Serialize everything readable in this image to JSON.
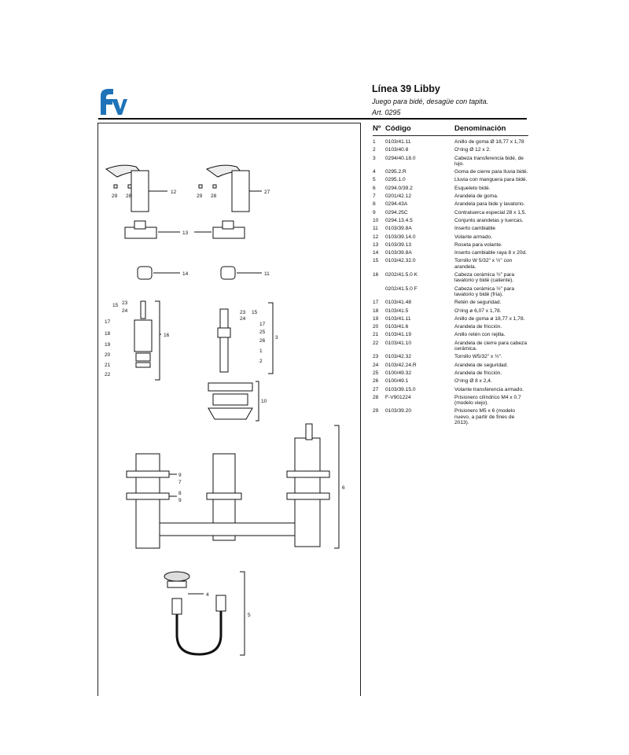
{
  "header": {
    "title": "Línea 39 Libby",
    "subtitle": "Juego para bidé, desagüe con tapita.",
    "article": "Art. 0295"
  },
  "table": {
    "headers": {
      "num": "Nº",
      "code": "Código",
      "desc": "Denominación"
    },
    "rows": [
      {
        "n": "1",
        "c": "0103/41.11",
        "d": "Anillo de goma Ø 18,77 x 1,78"
      },
      {
        "n": "2",
        "c": "0103/40.8",
        "d": "O'ring Ø 12 x 2."
      },
      {
        "n": "3",
        "c": "0294/40.18.0",
        "d": "Cabeza transferencia bidé, de lujo."
      },
      {
        "n": "4",
        "c": "0295.2.R",
        "d": "Goma de cierre para lluvia bidé."
      },
      {
        "n": "5",
        "c": "0295.1.0",
        "d": "Lluvia con manguera para bidé."
      },
      {
        "n": "6",
        "c": "0294.0/39.2",
        "d": "Esqueleto bidé."
      },
      {
        "n": "7",
        "c": "0201/42.12",
        "d": "Arandela de goma."
      },
      {
        "n": "8",
        "c": "0294.43A",
        "d": "Arandela para bide y lavatorio."
      },
      {
        "n": "9",
        "c": "0294.25C",
        "d": "Contratuerca especial 28 x 1,5."
      },
      {
        "n": "10",
        "c": "0294.13.4.5",
        "d": "Conjunto arandelas y tuercas."
      },
      {
        "n": "11",
        "c": "0103/39.8A",
        "d": "Inserto cambiable"
      },
      {
        "n": "12",
        "c": "0103/39.14.0",
        "d": "Volante armado."
      },
      {
        "n": "13",
        "c": "0103/39.13",
        "d": "Roseta para volante."
      },
      {
        "n": "14",
        "c": "0103/39.8A",
        "d": "Inserto cambiable raya 8 x 20d."
      },
      {
        "n": "15",
        "c": "0103/42.32.0",
        "d": "Tornillo W 5/32\" x ½\" con arandela."
      },
      {
        "n": "16",
        "c": "0202/41.5.0 K",
        "d": "Cabeza cerámica ½\" para lavatorio y bidé (caliente)."
      },
      {
        "n": "",
        "c": "0202/41.5.0 F",
        "d": "Cabeza cerámica ½\" para lavatorio y bidé (fría)."
      },
      {
        "n": "17",
        "c": "0103/41.48",
        "d": "Retén de seguridad."
      },
      {
        "n": "18",
        "c": "0103/41.5",
        "d": "O'ring ø 6,07 x 1,78."
      },
      {
        "n": "19",
        "c": "0103/41.11",
        "d": "Anillo de goma ø 18,77 x 1,78."
      },
      {
        "n": "20",
        "c": "0103/41.6",
        "d": "Arandela de fricción."
      },
      {
        "n": "21",
        "c": "0103/41.19",
        "d": "Anillo retén con rejilla."
      },
      {
        "n": "22",
        "c": "0103/41.10",
        "d": "Arandela de cierre para cabeza cerámica."
      },
      {
        "n": "23",
        "c": "0103/42.32",
        "d": "Tornillo W5/32\" x ½\"."
      },
      {
        "n": "24",
        "c": "0103/42.24.R",
        "d": "Arandela de seguridad."
      },
      {
        "n": "25",
        "c": "0100/49.32",
        "d": "Arandela de fricción."
      },
      {
        "n": "26",
        "c": "0100/49.1",
        "d": "O'ring Ø 8 x 2,4."
      },
      {
        "n": "27",
        "c": "0103/39.15.0",
        "d": "Volante transferencia armado."
      },
      {
        "n": "28",
        "c": "F-V901224",
        "d": "Prisionero cilíndrico M4 x 0.7 (modelo viejo)."
      },
      {
        "n": "29",
        "c": "0103/39.20",
        "d": "Prisionero M5 x 6 (modelo nuevo, a partir de fines de 2013)."
      }
    ]
  },
  "callouts": {
    "c12": "12",
    "c27": "27",
    "c13": "13",
    "c14": "14",
    "c11": "11",
    "c29a": "29",
    "c28a": "28",
    "c29b": "29",
    "c28b": "28",
    "c16": "16",
    "c3": "3",
    "c10": "10",
    "c6": "6",
    "c4": "4",
    "c5": "5",
    "left_stack": [
      "15",
      "23",
      "24",
      "17",
      "18",
      "19",
      "20",
      "21",
      "22"
    ],
    "mid_stack": [
      "23",
      "15",
      "24",
      "17",
      "25",
      "26",
      "1",
      "2"
    ],
    "body_marks": [
      "9",
      "7",
      "8",
      "9"
    ]
  }
}
